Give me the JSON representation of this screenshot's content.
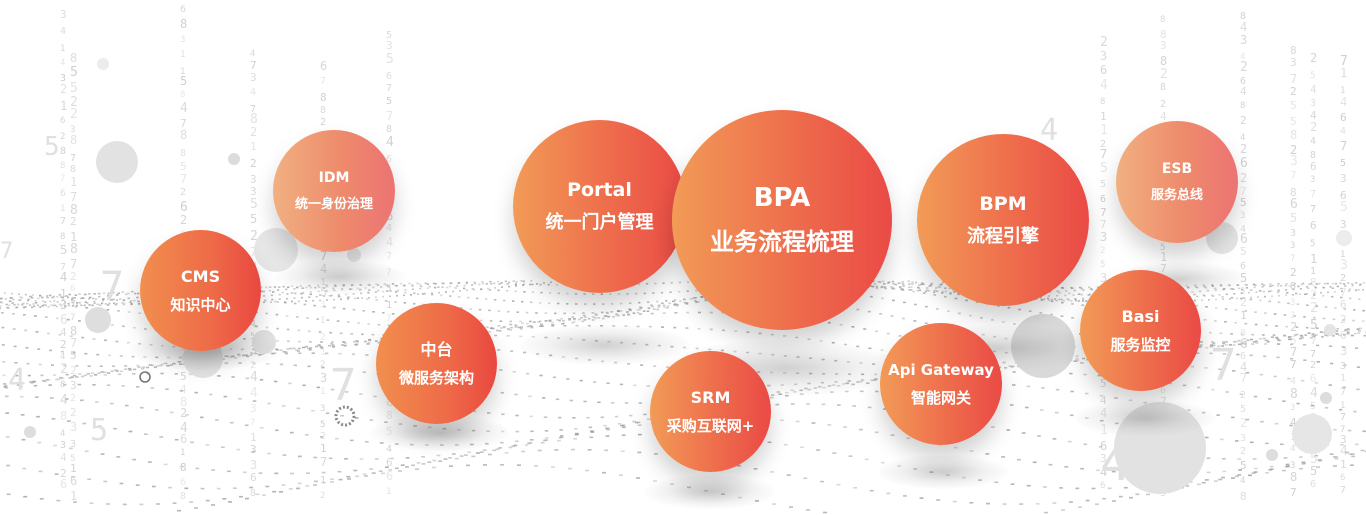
{
  "bubbles": {
    "idm": {
      "title": "IDM",
      "subtitle": "统一身份治理"
    },
    "cms": {
      "title": "CMS",
      "subtitle": "知识中心"
    },
    "zhongtai": {
      "title": "中台",
      "subtitle": "微服务架构"
    },
    "portal": {
      "title": "Portal",
      "subtitle": "统一门户管理"
    },
    "bpa": {
      "title": "BPA",
      "subtitle": "业务流程梳理"
    },
    "srm": {
      "title": "SRM",
      "subtitle": "采购互联网+"
    },
    "bpm": {
      "title": "BPM",
      "subtitle": "流程引擎"
    },
    "api_gateway": {
      "title": "Api Gateway",
      "subtitle": "智能网关"
    },
    "esb": {
      "title": "ESB",
      "subtitle": "服务总线"
    },
    "basi": {
      "title": "Basi",
      "subtitle": "服务监控"
    }
  },
  "colors": {
    "accent_start": "#f29b57",
    "accent_end": "#ea4a45",
    "light_start": "#f1b081",
    "light_end": "#ec7373",
    "text": "#ffffff"
  }
}
